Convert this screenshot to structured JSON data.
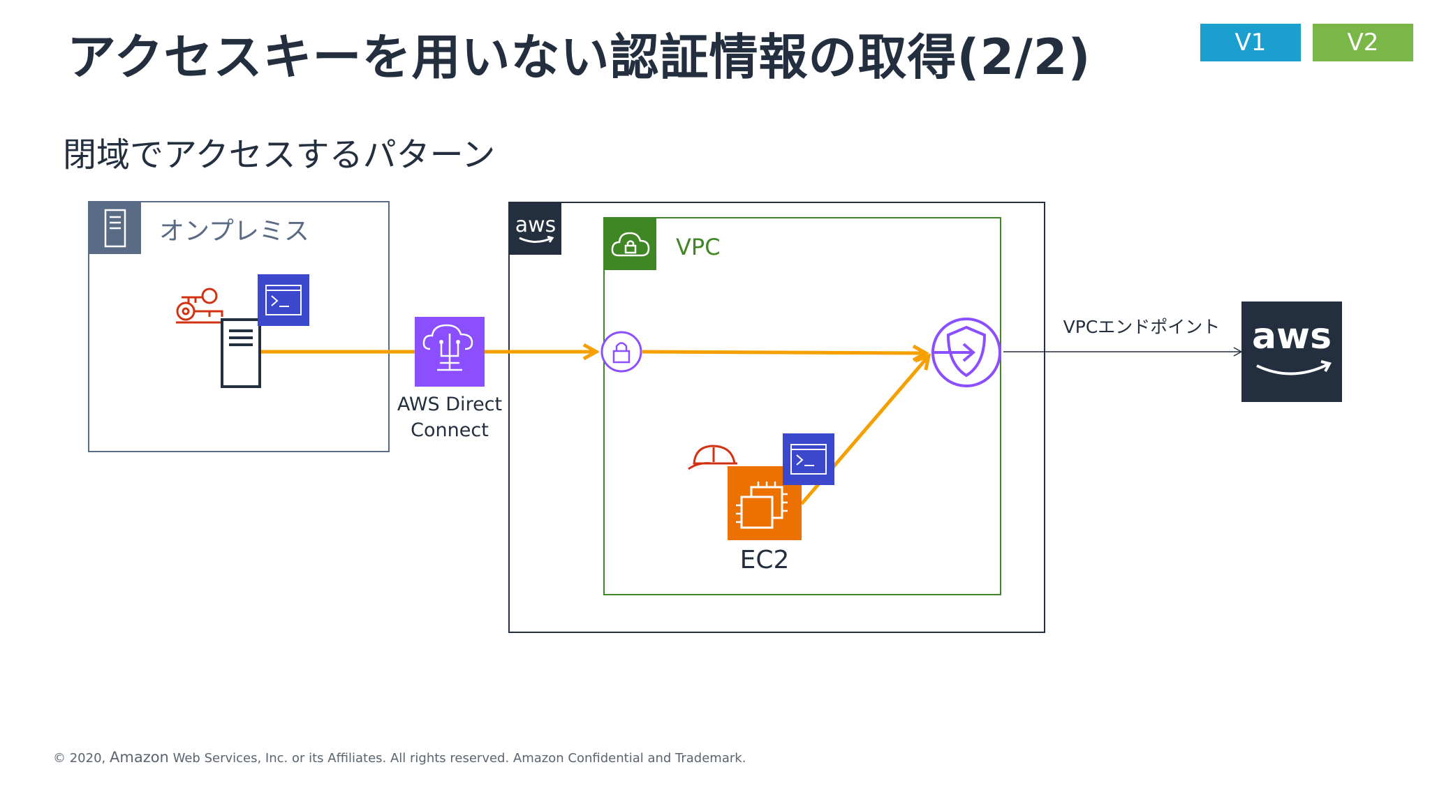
{
  "slide": {
    "title": "アクセスキーを用いない認証情報の取得(2/2)",
    "subtitle": "閉域でアクセスするパターン",
    "badges": [
      {
        "label": "V1",
        "color": "#1a9fcf"
      },
      {
        "label": "V2",
        "color": "#7ab648"
      }
    ],
    "footer_prefix": "© 2020,",
    "footer_brand": "Amazon",
    "footer_rest": "Web Services, Inc. or its Affiliates. All rights reserved. Amazon Confidential and Trademark."
  },
  "diagram": {
    "onprem": {
      "label": "オンプレミス",
      "icon": "server-icon"
    },
    "aws_cloud": {
      "logo_text": "aws",
      "icon": "aws-logo-icon"
    },
    "vpc": {
      "label": "VPC",
      "icon": "cloud-lock-icon",
      "color": "#3f8624"
    },
    "direct_connect": {
      "line1": "AWS Direct",
      "line2": "Connect",
      "icon": "direct-connect-icon",
      "color": "#8c4fff"
    },
    "ec2": {
      "label": "EC2",
      "icon": "ec2-chip-icon",
      "color": "#ed7100"
    },
    "endpoint": {
      "label": "VPCエンドポイント",
      "icon": "vpc-endpoint-shield-icon"
    },
    "aws_service": {
      "logo_text": "aws",
      "icon": "aws-logo-icon"
    },
    "colors": {
      "flow": "#f5a000",
      "key": "#d13212",
      "terminal": "#3b48cc",
      "onprem_border": "#5a6b86",
      "aws_dark": "#232f3e"
    }
  }
}
